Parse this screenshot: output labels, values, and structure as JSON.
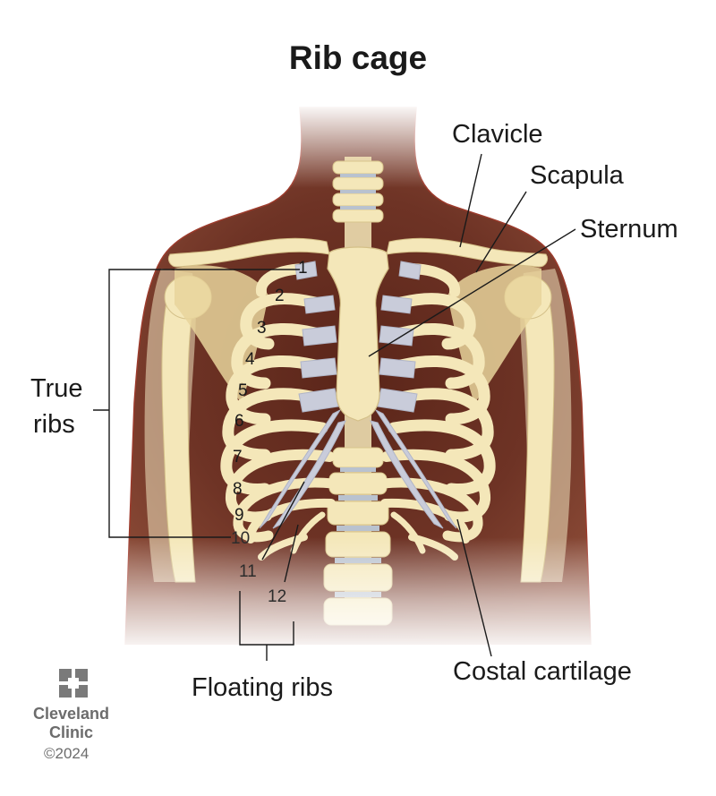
{
  "title": "Rib cage",
  "labels": {
    "clavicle": "Clavicle",
    "scapula": "Scapula",
    "sternum": "Sternum",
    "true_ribs_line1": "True",
    "true_ribs_line2": "ribs",
    "floating_ribs": "Floating ribs",
    "costal_cartilage": "Costal cartilage"
  },
  "rib_numbers": [
    "1",
    "2",
    "3",
    "4",
    "5",
    "6",
    "7",
    "8",
    "9",
    "10",
    "11",
    "12"
  ],
  "logo": {
    "line1": "Cleveland",
    "line2": "Clinic",
    "copyright": "©2024"
  },
  "colors": {
    "body": "#6e3325",
    "bone": "#f4e7b9",
    "bone_shade": "#dccb8f",
    "cartilage": "#c9ccda",
    "line": "#1a1a1a",
    "logo": "#7a7a7a"
  }
}
